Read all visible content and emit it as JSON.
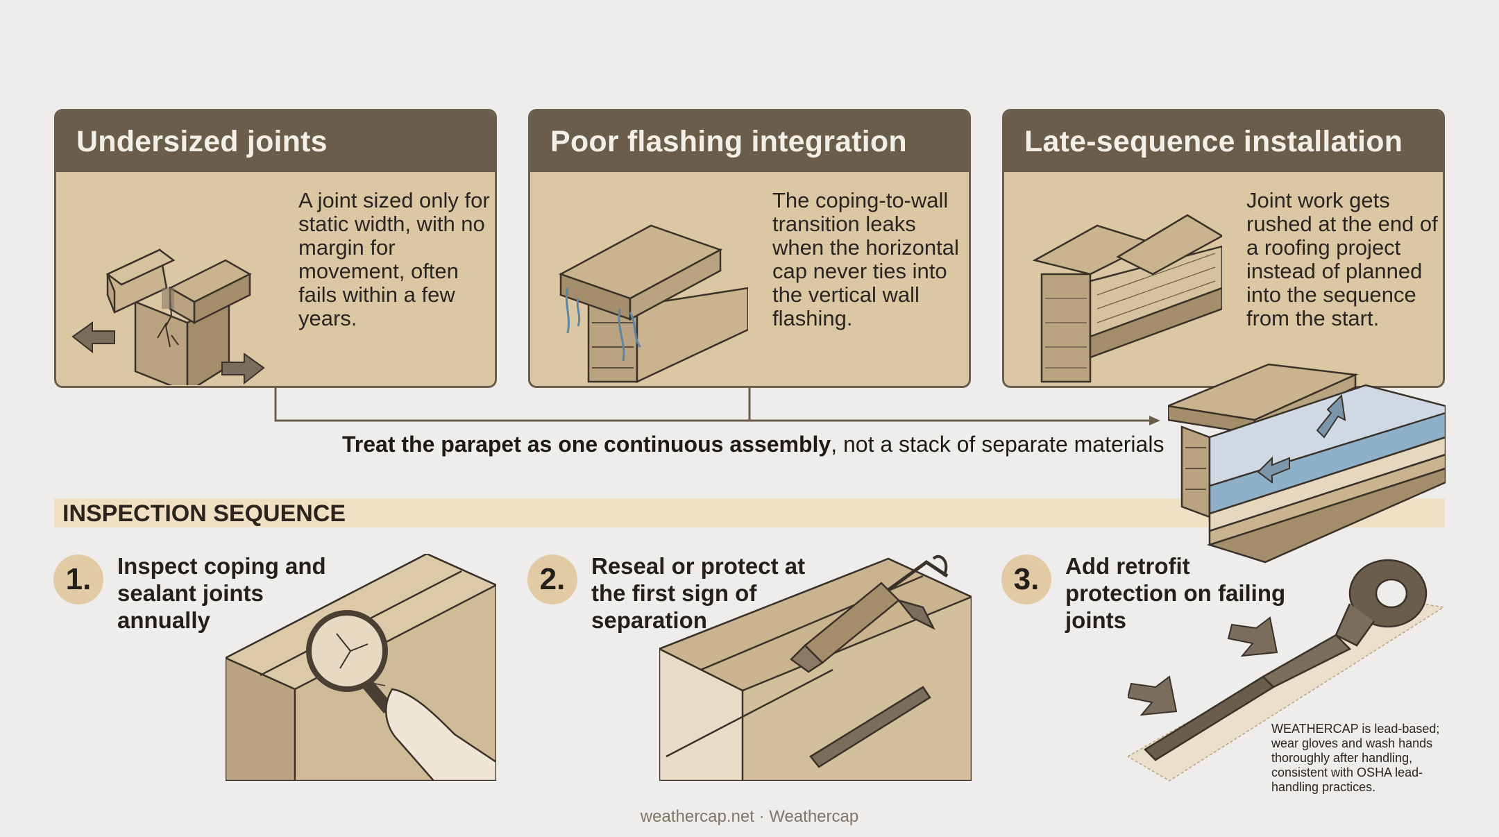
{
  "cards": [
    {
      "title": "Undersized joints",
      "text": "A joint sized only for static width, with no margin for movement, often fails within a few years."
    },
    {
      "title": "Poor flashing integration",
      "text": "The coping-to-wall transition leaks when the horizontal cap never ties into the vertical wall flashing."
    },
    {
      "title": "Late-sequence installation",
      "text": "Joint work gets rushed at the end of a roofing project instead of planned into the sequence from the start."
    }
  ],
  "tagline": {
    "bold": "Treat the parapet as one continuous assembly",
    "rest": ", not a stack of separate materials"
  },
  "section_label": "INSPECTION SEQUENCE",
  "steps": [
    {
      "number": "1.",
      "text": "Inspect coping and sealant joints annually"
    },
    {
      "number": "2.",
      "text": "Reseal or protect at the first sign of separation"
    },
    {
      "number": "3.",
      "text": "Add retrofit protection on failing joints"
    }
  ],
  "warning": "WEATHERCAP is lead-based; wear gloves and wash hands thoroughly after handling, consistent with OSHA lead-handling practices.",
  "footer": "weathercap.net · Weathercap",
  "colors": {
    "header": "#6b5d4c",
    "card": "#dcc7a4",
    "band": "#f0e0c4",
    "badge": "#e2cba4",
    "background": "#eeedec"
  }
}
